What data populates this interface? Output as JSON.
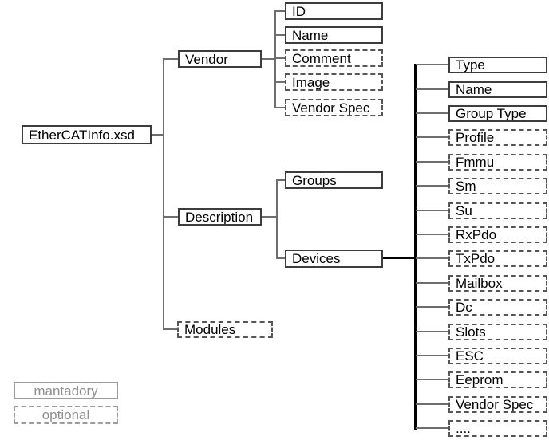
{
  "tree": {
    "root": {
      "label": "EtherCATInfo.xsd",
      "style": "mandatory"
    },
    "branches": [
      {
        "label": "Vendor",
        "style": "mandatory",
        "children": [
          {
            "label": "ID",
            "style": "mandatory"
          },
          {
            "label": "Name",
            "style": "mandatory"
          },
          {
            "label": "Comment",
            "style": "optional"
          },
          {
            "label": "Image",
            "style": "optional"
          },
          {
            "label": "Vendor Spec",
            "style": "optional"
          }
        ]
      },
      {
        "label": "Description",
        "style": "mandatory",
        "children": [
          {
            "label": "Groups",
            "style": "mandatory"
          },
          {
            "label": "Devices",
            "style": "mandatory",
            "children": [
              {
                "label": "Type",
                "style": "mandatory"
              },
              {
                "label": "Name",
                "style": "mandatory"
              },
              {
                "label": "Group Type",
                "style": "mandatory"
              },
              {
                "label": "Profile",
                "style": "optional"
              },
              {
                "label": "Fmmu",
                "style": "optional"
              },
              {
                "label": "Sm",
                "style": "optional"
              },
              {
                "label": "Su",
                "style": "optional"
              },
              {
                "label": "RxPdo",
                "style": "optional"
              },
              {
                "label": "TxPdo",
                "style": "optional"
              },
              {
                "label": "Mailbox",
                "style": "optional"
              },
              {
                "label": "Dc",
                "style": "optional"
              },
              {
                "label": "Slots",
                "style": "optional"
              },
              {
                "label": "ESC",
                "style": "optional"
              },
              {
                "label": "Eeprom",
                "style": "optional"
              },
              {
                "label": "Vendor Spec",
                "style": "optional"
              },
              {
                "label": "....",
                "style": "optional"
              }
            ]
          }
        ]
      },
      {
        "label": "Modules",
        "style": "optional"
      }
    ]
  },
  "legend": {
    "items": [
      {
        "label": "mantadory",
        "style": "mandatory"
      },
      {
        "label": "optional",
        "style": "optional"
      }
    ]
  },
  "colors": {
    "background": "#ffffff",
    "box_border_solid": "#3d3d3d",
    "box_border_dashed": "#555555",
    "connector_line": "#6e6e6e",
    "trunk_line": "#000000",
    "node_text": "#000000",
    "legend_text": "#8f8f8f",
    "legend_border": "#9c9c9c"
  }
}
